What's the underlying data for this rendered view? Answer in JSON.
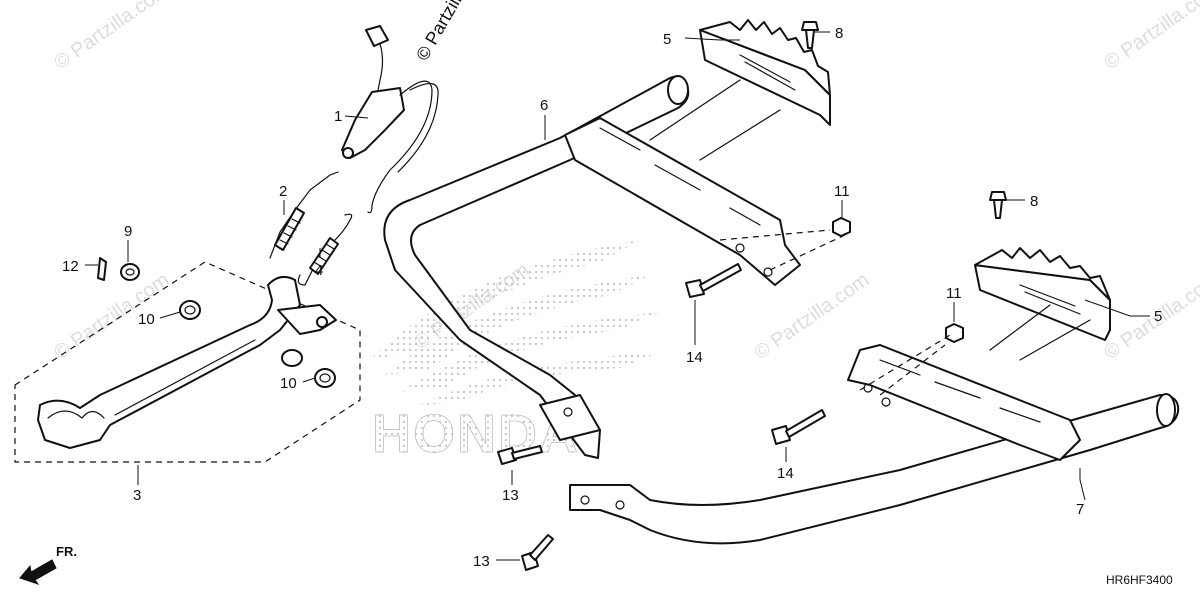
{
  "diagram": {
    "brand_text": "HONDA",
    "copyright_text": "© Partzilla.com",
    "watermark_text": "© Partzilla.com",
    "diagram_code": "HR6HF3400",
    "front_indicator": "FR.",
    "callouts": {
      "c1": "1",
      "c2": "2",
      "c3": "3",
      "c4": "4",
      "c5a": "5",
      "c5b": "5",
      "c6": "6",
      "c7": "7",
      "c8a": "8",
      "c8b": "8",
      "c9": "9",
      "c10a": "10",
      "c10b": "10",
      "c11a": "11",
      "c11b": "11",
      "c12": "12",
      "c13a": "13",
      "c13b": "13",
      "c14a": "14",
      "c14b": "14"
    },
    "colors": {
      "line": "#111111",
      "watermark": "#cfcfcf",
      "background": "#ffffff"
    }
  }
}
